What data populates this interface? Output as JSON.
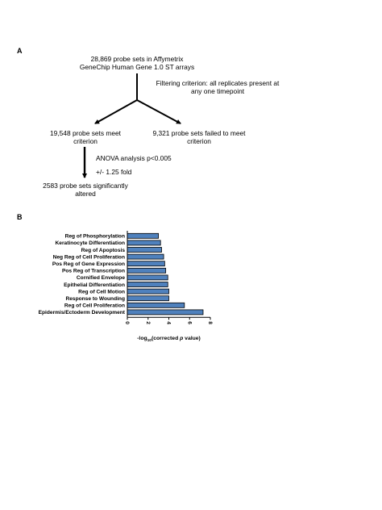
{
  "panel_a": {
    "label": "A",
    "top_box": [
      "28,869 probe sets in Affymetrix",
      "GeneChip Human Gene 1.0 ST arrays"
    ],
    "filter_note": [
      "Filtering criterion: all replicates present at",
      "any one timepoint"
    ],
    "left_box": [
      "19,548 probe sets meet",
      "criterion"
    ],
    "right_box": [
      "9,321 probe sets failed to meet",
      "criterion"
    ],
    "anova_note": "ANOVA analysis p<0.005",
    "fold_note": "+/- 1.25 fold",
    "bottom_box": [
      "2583 probe sets significantly",
      "altered"
    ]
  },
  "panel_b": {
    "label": "B"
  },
  "chart_data": {
    "type": "bar",
    "orientation": "horizontal",
    "categories": [
      "Reg of Phosphorylation",
      "Keratinocyte Differentiation",
      "Reg of Apoptosis",
      "Neg Reg of Cell Proliferation",
      "Pos Reg of Gene Expression",
      "Pos Reg of Transcription",
      "Cornified Envelope",
      "Epithelial Differentiation",
      "Reg of Cell Motion",
      "Response to Wounding",
      "Reg of Cell Proliferation",
      "Epidermis/Ectoderm Development"
    ],
    "values": [
      3.0,
      3.2,
      3.3,
      3.5,
      3.6,
      3.7,
      3.9,
      3.9,
      4.0,
      4.0,
      5.5,
      7.3
    ],
    "xlabel_prefix": "-log",
    "xlabel_sub": "10",
    "xlabel_mid": "(corrected ",
    "xlabel_p": "p",
    "xlabel_suffix": " value)",
    "xlim": [
      0,
      8
    ],
    "xticks": [
      "0",
      "2",
      "4",
      "6",
      "8"
    ],
    "bar_color": "#4f81bd",
    "grid": false
  }
}
